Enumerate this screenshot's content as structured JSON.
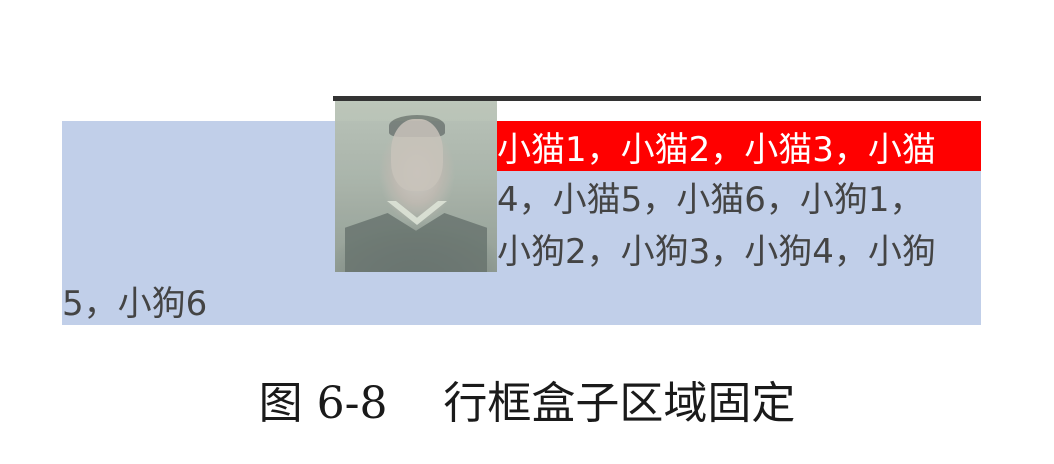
{
  "figure": {
    "lines": [
      "小猫1，小猫2，小猫3，小猫",
      "4，小猫5，小猫6，小狗1，",
      "小狗2，小狗3，小狗4，小狗",
      "5，小狗6"
    ],
    "caption": "图 6-8    行框盒子区域固定",
    "colors": {
      "highlight": "#ff0000",
      "block_background": "#c1cfe9",
      "rule": "#333333",
      "text": "#444444"
    },
    "image_description_icon": "portrait-photo"
  }
}
